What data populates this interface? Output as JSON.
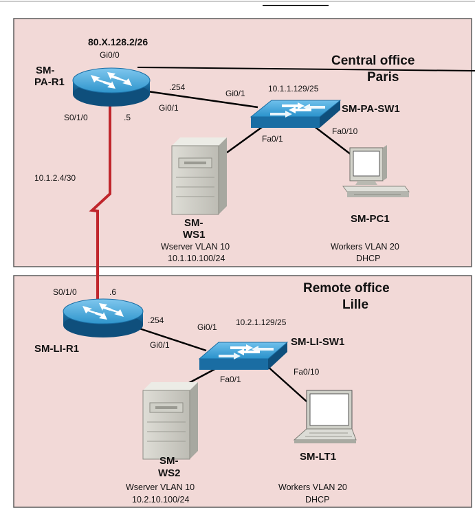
{
  "colors": {
    "zone_fill": "#f2d9d7",
    "zone_border": "#5c5c5c",
    "link_black": "#000000",
    "link_serial": "#c0262c",
    "router_blue": "#2a8fc6",
    "switch_blue": "#1f8dc8",
    "server_gray": "#c9c9c1",
    "pc_gray": "#c8c9c1"
  },
  "icons": {
    "router": "router-icon",
    "switch": "switch-icon",
    "server": "server-icon",
    "pc": "desktop-pc-icon",
    "laptop": "laptop-icon"
  },
  "central": {
    "title_line1": "Central office",
    "title_line2": "Paris",
    "wan_ip": "80.X.128.2/26",
    "router": {
      "name_line1": "SM-",
      "name_line2": "PA-R1",
      "if_wan": "Gi0/0",
      "if_lan": "Gi0/1",
      "if_serial": "S0/1/0",
      "ip_lan": ".254",
      "ip_serial": ".5"
    },
    "switch": {
      "name": "SM-PA-SW1",
      "if_uplink": "Gi0/1",
      "ip": "10.1.1.129/25",
      "if_server": "Fa0/1",
      "if_pc": "Fa0/10"
    },
    "server": {
      "name_line1": "SM-",
      "name_line2": "WS1",
      "vlan": "Wserver VLAN 10",
      "ip": "10.1.10.100/24"
    },
    "pc": {
      "name": "SM-PC1",
      "vlan": "Workers VLAN 20",
      "ip": "DHCP"
    }
  },
  "serial_link": {
    "network": "10.1.2.4/30"
  },
  "remote": {
    "title_line1": "Remote office",
    "title_line2": "Lille",
    "router": {
      "name": "SM-LI-R1",
      "if_serial": "S0/1/0",
      "ip_serial": ".6",
      "ip_lan": ".254",
      "if_lan": "Gi0/1"
    },
    "switch": {
      "name": "SM-LI-SW1",
      "if_uplink": "Gi0/1",
      "ip": "10.2.1.129/25",
      "if_server": "Fa0/1",
      "if_laptop": "Fa0/10"
    },
    "server": {
      "name_line1": "SM-",
      "name_line2": "WS2",
      "vlan": "Wserver VLAN 10",
      "ip": "10.2.10.100/24"
    },
    "laptop": {
      "name": "SM-LT1",
      "vlan": "Workers VLAN 20",
      "ip": "DHCP"
    }
  }
}
